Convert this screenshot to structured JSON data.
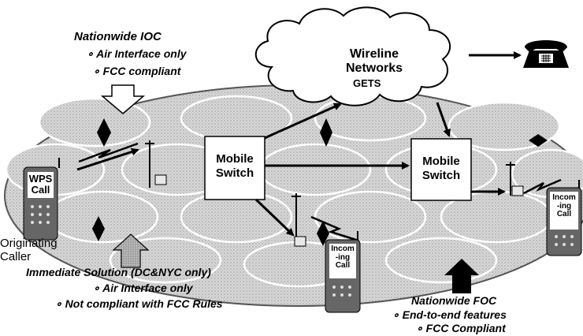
{
  "cloud": {
    "title_line1": "Wireline",
    "title_line2": "Networks",
    "sub": "GETS"
  },
  "switch_left": {
    "line1": "Mobile",
    "line2": "Switch"
  },
  "switch_right": {
    "line1": "Mobile",
    "line2": "Switch"
  },
  "ioc": {
    "title": "Nationwide IOC",
    "bullet1": "∘ Air Interface only",
    "bullet2": "∘ FCC compliant"
  },
  "immediate": {
    "title": "Immediate Solution (DC&NYC only)",
    "bullet1": "∘ Air Interface only",
    "bullet2": "∘ Not compliant with FCC Rules"
  },
  "foc": {
    "title": "Nationwide FOC",
    "bullet1": "∘ End-to-end features",
    "bullet2": "∘ FCC Compliant"
  },
  "caller": {
    "line1": "Originating",
    "line2": "Caller"
  },
  "phone_wps": {
    "line1": "WPS",
    "line2": "Call"
  },
  "phone_incoming_mid": {
    "line1": "Incom",
    "line2": "-ing",
    "line3": "Call"
  },
  "phone_incoming_right": {
    "line1": "Incom",
    "line2": "-ing",
    "line3": "Call"
  }
}
